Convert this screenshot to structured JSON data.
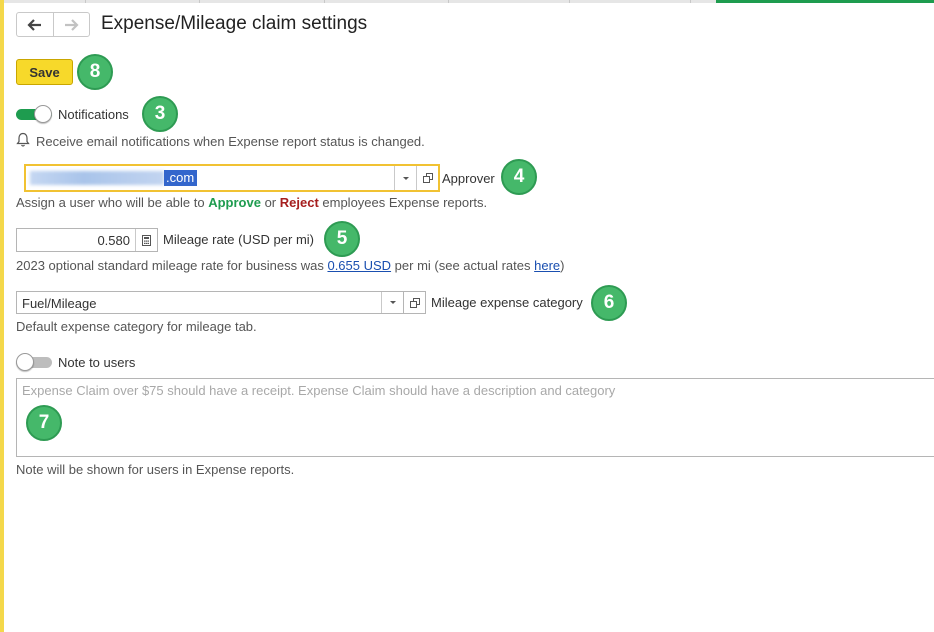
{
  "header": {
    "title": "Expense/Mileage claim settings",
    "back_icon": "arrow-left-icon",
    "forward_icon": "arrow-right-icon"
  },
  "toolbar": {
    "save_label": "Save"
  },
  "badges": {
    "save": "8",
    "notifications": "3",
    "approver": "4",
    "mileage_rate": "5",
    "category": "6",
    "note": "7"
  },
  "notifications": {
    "enabled": true,
    "label": "Notifications",
    "hint": "Receive email notifications when Expense report status is changed.",
    "icon": "bell-icon"
  },
  "approver": {
    "value_suffix": ".com",
    "label": "Approver",
    "hint_prefix": "Assign a user who will be able to ",
    "approve_word": "Approve",
    "hint_or": " or ",
    "reject_word": "Reject",
    "hint_suffix": " employees Expense reports."
  },
  "mileage": {
    "rate_value": "0.580",
    "label": "Mileage rate (USD per mi)",
    "hint_prefix": "2023 optional standard mileage rate for business was ",
    "rate_link": "0.655 USD",
    "hint_middle": " per mi (see actual rates ",
    "here_link": "here",
    "hint_suffix": ")"
  },
  "category": {
    "value": "Fuel/Mileage",
    "label": "Mileage expense category",
    "hint": "Default expense category for mileage tab."
  },
  "note": {
    "enabled": false,
    "label": "Note to users",
    "placeholder": "Expense Claim over $75 should have a receipt. Expense Claim should have a description and category",
    "hint": "Note will be shown for users in Expense reports."
  },
  "colors": {
    "accent_green": "#1e9c4f",
    "save_yellow": "#f7d92a",
    "badge_green": "#45b86a",
    "reject_red": "#a61e1e",
    "link_blue": "#1a4fb0"
  }
}
